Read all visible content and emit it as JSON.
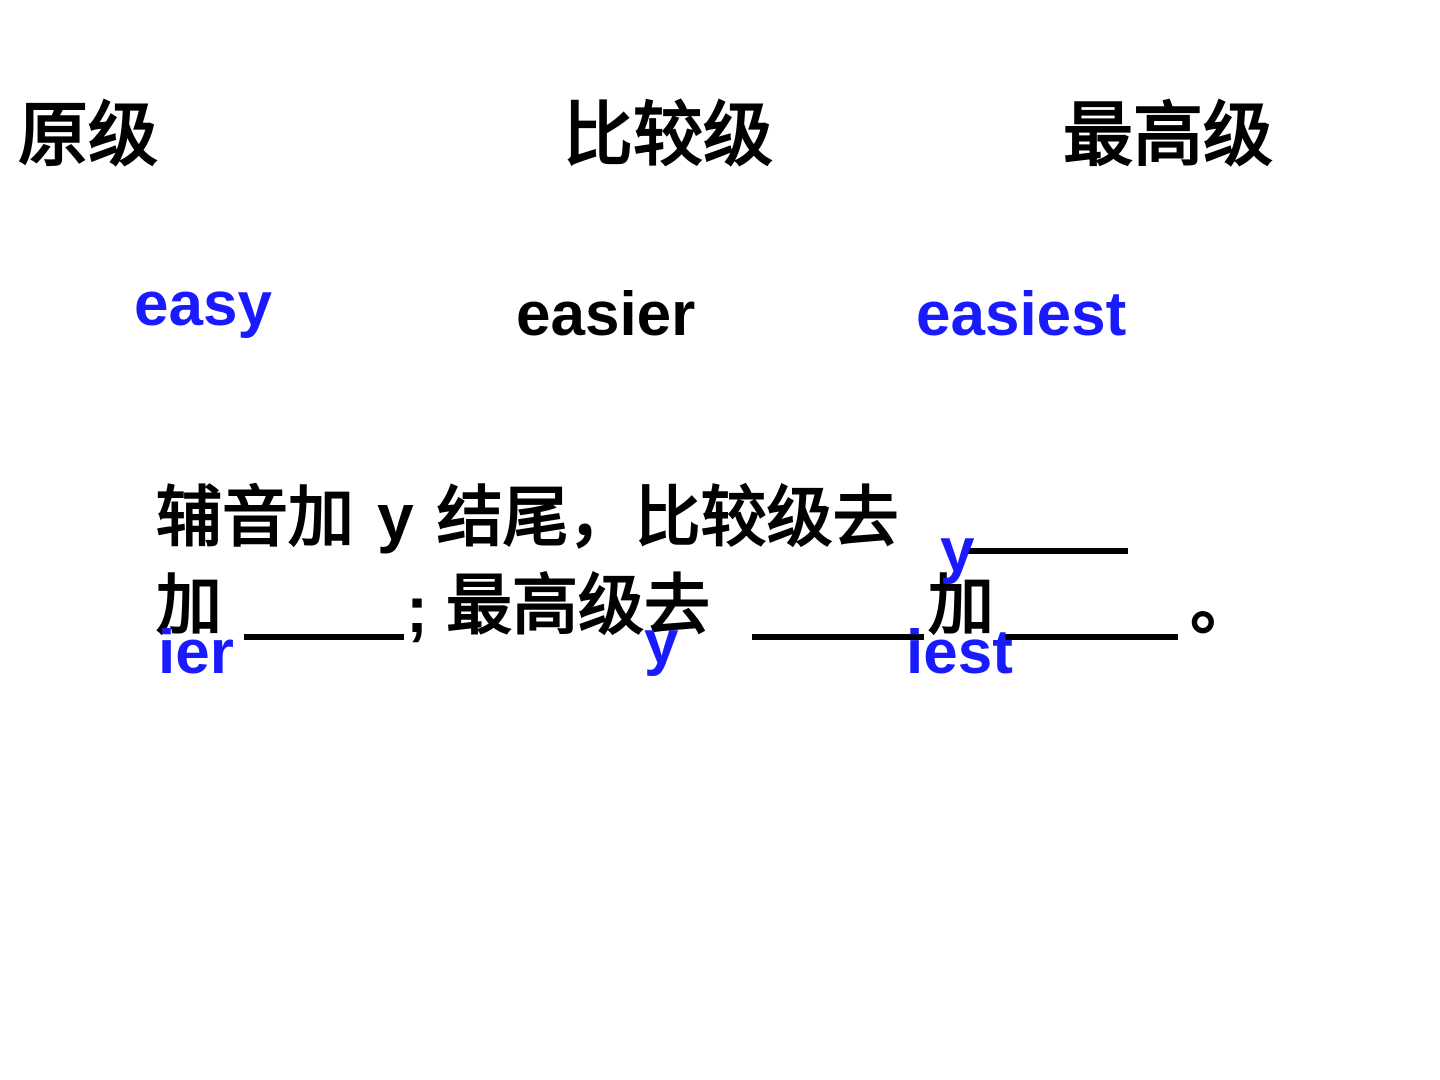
{
  "headings": {
    "positive": "原级",
    "comparative": "比较级",
    "superlative": "最高级"
  },
  "examples": {
    "positive": "easy",
    "comparative": "easier",
    "superlative": "easiest"
  },
  "rule": {
    "line1_part1": "辅音加",
    "line1_y": "y",
    "line1_part2": "结尾，比较级去",
    "line2_add1": "加",
    "line2_semicolon": ";",
    "line2_part": "最高级去",
    "line2_add2": "加",
    "line2_end": "。"
  },
  "answers": {
    "comparative_remove": "y",
    "comparative_add": "ier",
    "superlative_remove": "y",
    "superlative_add": "iest"
  },
  "colors": {
    "answer": "#1a1aff",
    "text": "#000000"
  }
}
